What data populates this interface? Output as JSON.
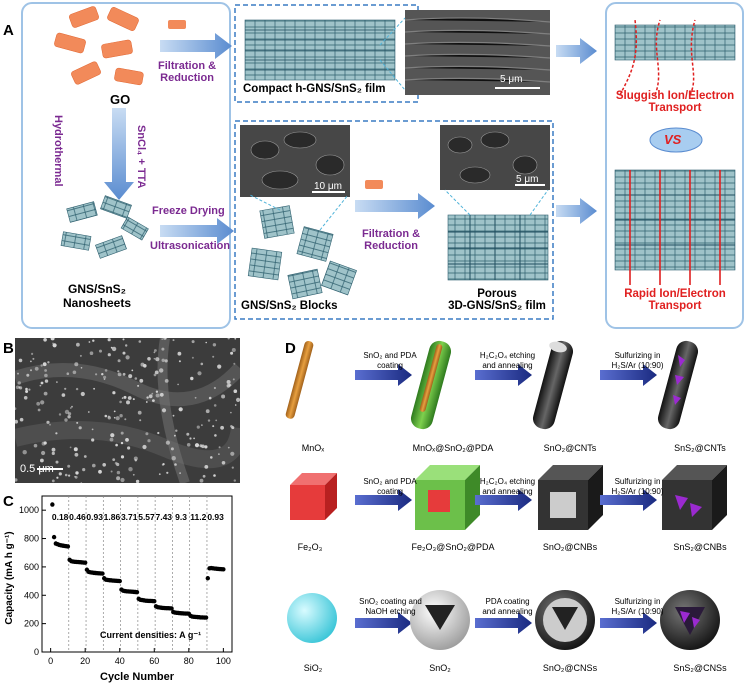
{
  "panel_a": {
    "letter": "A",
    "go_label": "GO",
    "filtration_reduction_1": [
      "Filtration &",
      "Reduction"
    ],
    "compact_film": "Compact h-GNS/SnS₂ film",
    "scale_5um_top": "5 μm",
    "hydrothermal": "Hydrothermal",
    "sncl4_tta": "SnCl₄ + TTA",
    "gns_sns2": [
      "GNS/SnS₂",
      "Nanosheets"
    ],
    "freeze_drying": "Freeze Drying",
    "ultrasonication": "Ultrasonication",
    "scale_10um": "10 μm",
    "scale_5um_mid": "5 μm",
    "gns_blocks": "GNS/SnS₂ Blocks",
    "filtration_reduction_2": [
      "Filtration &",
      "Reduction"
    ],
    "porous_film": [
      "Porous",
      "3D-GNS/SnS₂ film"
    ],
    "sluggish": [
      "Sluggish Ion/Electron",
      "Transport"
    ],
    "vs": "VS",
    "rapid": [
      "Rapid Ion/Electron",
      "Transport"
    ]
  },
  "panel_b": {
    "letter": "B",
    "scale": "0.5 μm"
  },
  "panel_c": {
    "letter": "C",
    "current_label": "Current densities: A g⁻¹"
  },
  "chart_data": {
    "type": "scatter",
    "xlabel": "Cycle Number",
    "ylabel": "Capacity (mA h g⁻¹)",
    "xlim": [
      -5,
      105
    ],
    "ylim": [
      0,
      1100
    ],
    "xticks": [
      0,
      20,
      40,
      60,
      80,
      100
    ],
    "yticks": [
      0,
      200,
      400,
      600,
      800,
      1000
    ],
    "current_densities": [
      "0.18",
      "0.46",
      "0.93",
      "1.86",
      "3.71",
      "5.57",
      "7.43",
      "9.3",
      "11.2",
      "0.93"
    ],
    "segments": [
      {
        "current": "0.18",
        "start": 1,
        "values": [
          1040,
          810,
          765,
          760,
          755,
          752,
          750,
          748,
          746,
          744
        ]
      },
      {
        "current": "0.46",
        "start": 11,
        "values": [
          650,
          640,
          638,
          636,
          635,
          634,
          633,
          632,
          631,
          630
        ]
      },
      {
        "current": "0.93",
        "start": 21,
        "values": [
          580,
          565,
          562,
          560,
          558,
          557,
          556,
          555,
          554,
          553
        ]
      },
      {
        "current": "1.86",
        "start": 31,
        "values": [
          520,
          510,
          508,
          506,
          505,
          504,
          503,
          502,
          501,
          500
        ]
      },
      {
        "current": "3.71",
        "start": 41,
        "values": [
          440,
          432,
          430,
          428,
          427,
          426,
          425,
          424,
          423,
          422
        ]
      },
      {
        "current": "5.57",
        "start": 51,
        "values": [
          375,
          368,
          366,
          364,
          362,
          361,
          360,
          360,
          359,
          358
        ]
      },
      {
        "current": "7.43",
        "start": 61,
        "values": [
          322,
          316,
          314,
          312,
          311,
          310,
          309,
          309,
          308,
          307
        ]
      },
      {
        "current": "9.3",
        "start": 71,
        "values": [
          282,
          278,
          276,
          275,
          274,
          273,
          272,
          271,
          271,
          270
        ]
      },
      {
        "current": "11.2",
        "start": 81,
        "values": [
          255,
          250,
          248,
          247,
          246,
          245,
          244,
          244,
          243,
          243
        ]
      },
      {
        "current": "0.93",
        "start": 91,
        "values": [
          520,
          590,
          592,
          590,
          588,
          587,
          586,
          585,
          584,
          583
        ]
      }
    ]
  },
  "panel_d": {
    "letter": "D",
    "row1": {
      "start": "MnOₓ",
      "step1": [
        "SnO₂ and PDA",
        "coating"
      ],
      "p1": "MnOₓ@SnO₂@PDA",
      "step2": [
        "H₂C₂O₄ etching",
        "and annealing"
      ],
      "p2": "SnO₂@CNTs",
      "step3": [
        "Sulfurizing in",
        "H₂S/Ar (10:90)"
      ],
      "p3": "SnS₂@CNTs"
    },
    "row2": {
      "start": "Fe₂O₃",
      "step1": [
        "SnO₂ and PDA",
        "coating"
      ],
      "p1": "Fe₂O₃@SnO₂@PDA",
      "step2": [
        "H₂C₂O₄ etching",
        "and annealing"
      ],
      "p2": "SnO₂@CNBs",
      "step3": [
        "Sulfurizing in",
        "H₂S/Ar (10:90)"
      ],
      "p3": "SnS₂@CNBs"
    },
    "row3": {
      "start": "SiO₂",
      "step1": [
        "SnO₂ coating and",
        "NaOH etching"
      ],
      "p1": "SnO₂",
      "step2": [
        "PDA coating",
        "and annealing"
      ],
      "p2": "SnO₂@CNSs",
      "step3": [
        "Sulfurizing in",
        "H₂S/Ar (10:90)"
      ],
      "p3": "SnS₂@CNSs"
    }
  },
  "colors": {
    "purple": "#7b2a91",
    "red": "#e02020",
    "arrow_blue": "#7ea6d8",
    "dashed_blue": "#3a7cc4",
    "navy_arrow": "#1a2a80"
  }
}
